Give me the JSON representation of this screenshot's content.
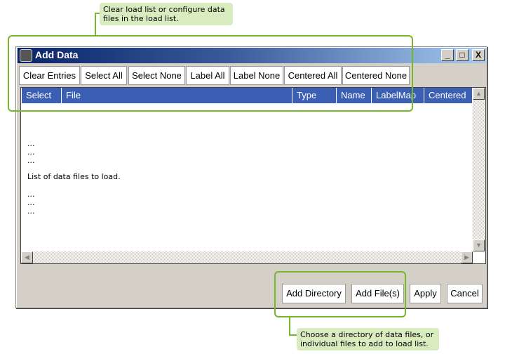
{
  "window": {
    "title": "Add Data",
    "min": "_",
    "max": "□",
    "close": "X"
  },
  "toolbar": [
    "Clear Entries",
    "Select All",
    "Select None",
    "Label All",
    "Label None",
    "Centered All",
    "Centered None"
  ],
  "columns": [
    "Select",
    "File",
    "Type",
    "Name",
    "LabelMap",
    "Centered"
  ],
  "list": {
    "dots": "...",
    "caption": "List of data files to load."
  },
  "buttons": {
    "add_directory": "Add Directory",
    "add_files": "Add File(s)",
    "apply": "Apply",
    "cancel": "Cancel"
  },
  "callouts": {
    "top": "Clear load list or configure data files in the load list.",
    "bottom": "Choose a directory of data files, or individual files to add to load list."
  },
  "colors": {
    "accent": "#76b82a",
    "header": "#3b5fb4",
    "bubble": "#d9ecc0"
  }
}
